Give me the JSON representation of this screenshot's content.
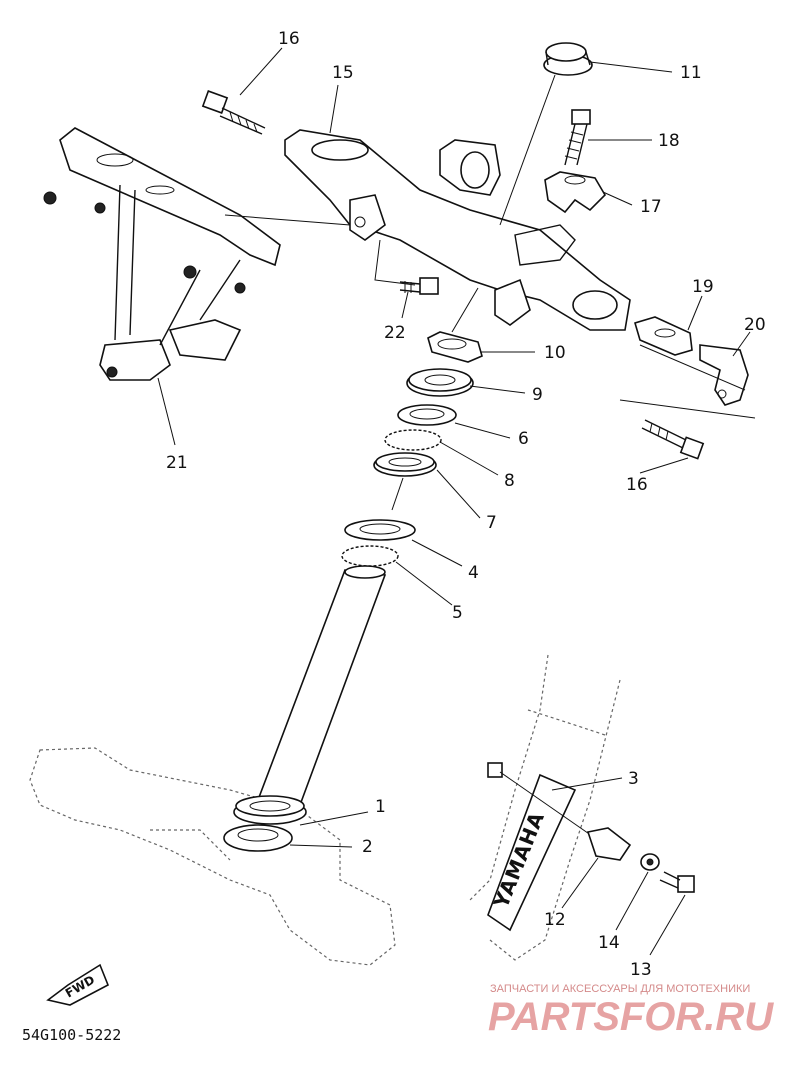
{
  "diagram": {
    "part_numbers": [
      "1",
      "2",
      "3",
      "4",
      "5",
      "6",
      "7",
      "8",
      "9",
      "10",
      "11",
      "12",
      "13",
      "14",
      "15",
      "16",
      "16",
      "17",
      "18",
      "19",
      "20",
      "21",
      "22"
    ],
    "diagram_code": "54G100-5222",
    "fwd_label": "FWD",
    "fork_brand": "YAMAHA"
  },
  "watermark": {
    "tagline": "ЗАПЧАСТИ И АКСЕССУАРЫ ДЛЯ МОТОТЕХНИКИ",
    "logo": "PARTSFOR.RU"
  }
}
